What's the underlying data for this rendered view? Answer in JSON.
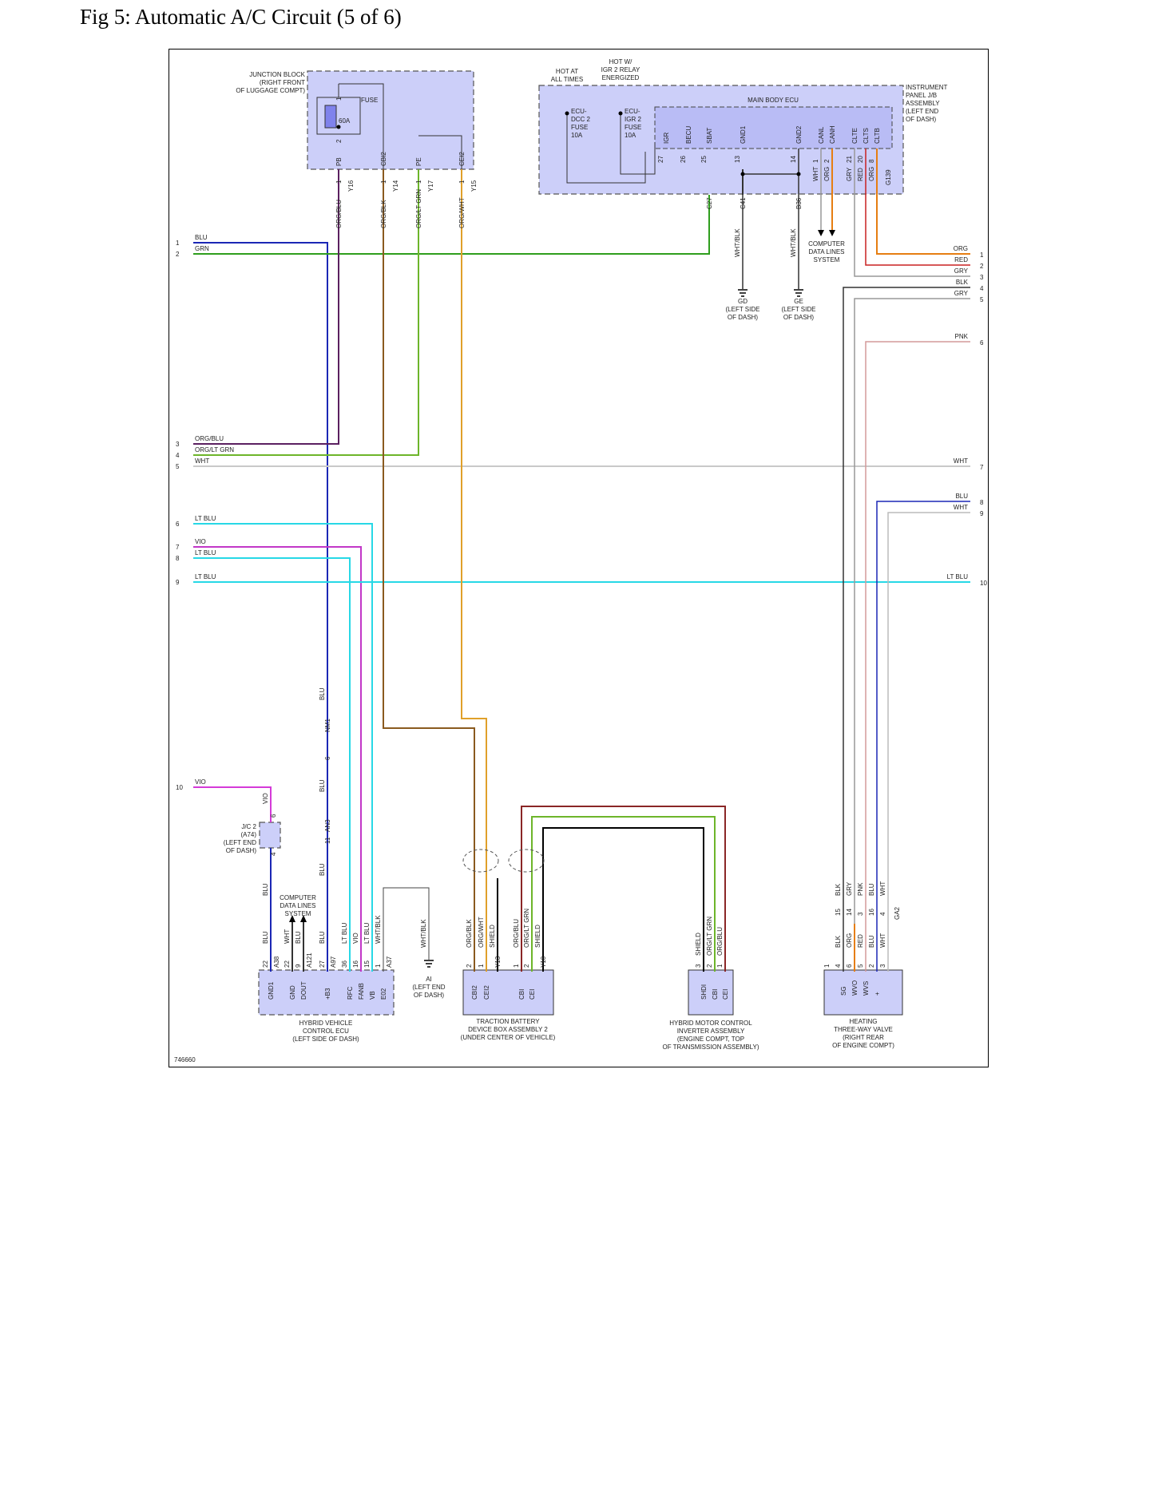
{
  "title": "Fig 5: Automatic A/C Circuit (5 of 6)",
  "diagram_id": "746660",
  "components": {
    "junction_block": [
      "JUNCTION BLOCK",
      "(RIGHT FRONT",
      "OF LUGGAGE COMPT)"
    ],
    "fuse_label": "FUSE",
    "fuse_rating": "60A",
    "hot_at_all_times": [
      "HOT AT",
      "ALL TIMES"
    ],
    "hot_w_igr2": [
      "HOT W/",
      "IGR 2 RELAY",
      "ENERGIZED"
    ],
    "ecu_dcc2_fuse": [
      "ECU-",
      "DCC 2",
      "FUSE",
      "10A"
    ],
    "ecu_igr2_fuse": [
      "ECU-",
      "IGR 2",
      "FUSE",
      "10A"
    ],
    "main_body_ecu": "MAIN BODY ECU",
    "instrument_panel_jb": [
      "INSTRUMENT",
      "PANEL J/B",
      "ASSEMBLY",
      "(LEFT END",
      "OF DASH)"
    ],
    "computer_data_lines_top": [
      "COMPUTER",
      "DATA LINES",
      "SYSTEM"
    ],
    "ground_gd": [
      "GD",
      "(LEFT SIDE",
      "OF DASH)"
    ],
    "ground_ge": [
      "GE",
      "(LEFT SIDE",
      "OF DASH)"
    ],
    "jc2": [
      "J/C 2",
      "(A74)",
      "(LEFT END",
      "OF DASH)"
    ],
    "computer_data_lines_bottom": [
      "COMPUTER",
      "DATA LINES",
      "SYSTEM"
    ],
    "ground_ai": [
      "AI",
      "(LEFT END",
      "OF DASH)"
    ],
    "hybrid_vehicle_ecu": [
      "HYBRID VEHICLE",
      "CONTROL ECU",
      "(LEFT SIDE OF DASH)"
    ],
    "traction_battery": [
      "TRACTION BATTERY",
      "DEVICE BOX ASSEMBLY 2",
      "(UNDER CENTER OF VEHICLE)"
    ],
    "hybrid_motor_inverter": [
      "HYBRID MOTOR CONTROL",
      "INVERTER ASSEMBLY",
      "(ENGINE COMPT, TOP",
      "OF TRANSMISSION ASSEMBLY)"
    ],
    "heating_valve": [
      "HEATING",
      "THREE-WAY VALVE",
      "(RIGHT REAR",
      "OF ENGINE COMPT)"
    ]
  },
  "left_refs": [
    {
      "num": "1",
      "label": "BLU"
    },
    {
      "num": "2",
      "label": "GRN"
    },
    {
      "num": "3",
      "label": "ORG/BLU"
    },
    {
      "num": "4",
      "label": "ORG/LT GRN"
    },
    {
      "num": "5",
      "label": "WHT"
    },
    {
      "num": "6",
      "label": "LT BLU"
    },
    {
      "num": "7",
      "label": "VIO"
    },
    {
      "num": "8",
      "label": "LT BLU"
    },
    {
      "num": "9",
      "label": "LT BLU"
    },
    {
      "num": "10",
      "label": "VIO"
    }
  ],
  "right_refs": [
    {
      "num": "1",
      "label": "ORG"
    },
    {
      "num": "2",
      "label": "RED"
    },
    {
      "num": "3",
      "label": "GRY"
    },
    {
      "num": "4",
      "label": "BLK"
    },
    {
      "num": "5",
      "label": "GRY"
    },
    {
      "num": "6",
      "label": "PNK"
    },
    {
      "num": "7",
      "label": "WHT"
    },
    {
      "num": "8",
      "label": "BLU"
    },
    {
      "num": "9",
      "label": "WHT"
    },
    {
      "num": "10",
      "label": "LT BLU"
    }
  ],
  "jb_pins": {
    "labels": [
      "PB",
      "CBI2",
      "PE",
      "CEI2"
    ],
    "connectors": [
      "Y16",
      "Y14",
      "Y17",
      "Y15"
    ],
    "pin": "1",
    "fuse_pins": [
      "1",
      "2"
    ],
    "wires": [
      "ORG/BLU",
      "ORG/BLK",
      "ORG/LT GRN",
      "ORG/WHT"
    ]
  },
  "ecu_pins": {
    "labels": [
      "IGR",
      "BECU",
      "SBAT",
      "GND1",
      "GND2",
      "CANL",
      "CANH",
      "CLTE",
      "CLTS",
      "CLTB"
    ],
    "numbers": [
      "27",
      "26",
      "25",
      "13",
      "14",
      "1",
      "2",
      "21",
      "20",
      "8"
    ],
    "connectors": [
      "C27",
      "C41",
      "B36",
      "G139"
    ],
    "wires": [
      "WHT/BLK",
      "WHT/BLK",
      "WHT",
      "ORG",
      "GRY",
      "RED",
      "ORG"
    ]
  },
  "mid_connectors": {
    "nm1": "NM1",
    "nm1_pin": "6",
    "an3": "AN3",
    "an3_pin": "11",
    "blu": "BLU",
    "jc_pins": [
      "6",
      "4"
    ],
    "jc_wires": [
      "VIO",
      "BLU"
    ]
  },
  "hv_ecu_pins": {
    "labels": [
      "GND1",
      "GND",
      "DOUT",
      "+B3",
      "RFC",
      "FANB",
      "VB",
      "E02"
    ],
    "numbers": [
      "22",
      "22",
      "9",
      "27",
      "36",
      "16",
      "15",
      "1"
    ],
    "connectors": [
      "A38",
      "A121",
      "A97",
      "A37"
    ],
    "wires": [
      "BLU",
      "WHT",
      "BLU",
      "BLU",
      "LT BLU",
      "VIO",
      "LT BLU",
      "WHT/BLK"
    ]
  },
  "ground_ai_wire": "WHT/BLK",
  "tb_pins": {
    "labels": [
      "CBI2",
      "CEI2",
      "CBI",
      "CEI"
    ],
    "numbers": [
      "2",
      "1",
      "1",
      "2"
    ],
    "connectors": [
      "Y13",
      "Y10"
    ],
    "wires": [
      "ORG/BLK",
      "ORG/WHT",
      "SHIELD",
      "ORG/BLU",
      "ORG/LT GRN",
      "SHIELD"
    ]
  },
  "inv_pins": {
    "labels": [
      "SHDI",
      "CBI",
      "CEI"
    ],
    "numbers": [
      "3",
      "2",
      "1"
    ],
    "wires": [
      "SHIELD",
      "ORG/LT GRN",
      "ORG/BLU"
    ]
  },
  "valve_pins": {
    "labels": [
      "SG",
      "WVO",
      "WVS",
      "+"
    ],
    "numbers": [
      "1",
      "4",
      "6",
      "5",
      "2",
      "3"
    ],
    "conn_numbers": [
      "15",
      "14",
      "3",
      "16",
      "4"
    ],
    "connector": "GA2",
    "wires_upper": [
      "BLK",
      "GRY",
      "PNK",
      "BLU",
      "WHT"
    ],
    "wires_lower": [
      "BLK",
      "ORG",
      "RED",
      "BLU",
      "WHT"
    ]
  }
}
